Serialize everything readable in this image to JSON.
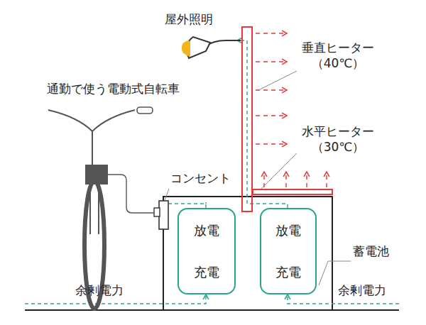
{
  "diagram": {
    "nodes": [
      {
        "text": [
          "放電",
          "充電"
        ]
      },
      {
        "text": [
          "放電",
          "充電"
        ]
      }
    ],
    "labels": [
      "屋外照明",
      "通勤で使う電動式自転車",
      "垂直ヒーター （40℃）",
      "水平ヒーター （30℃）",
      "コンセント",
      "蓄電池",
      "余剰電力",
      "余剰電力"
    ]
  }
}
